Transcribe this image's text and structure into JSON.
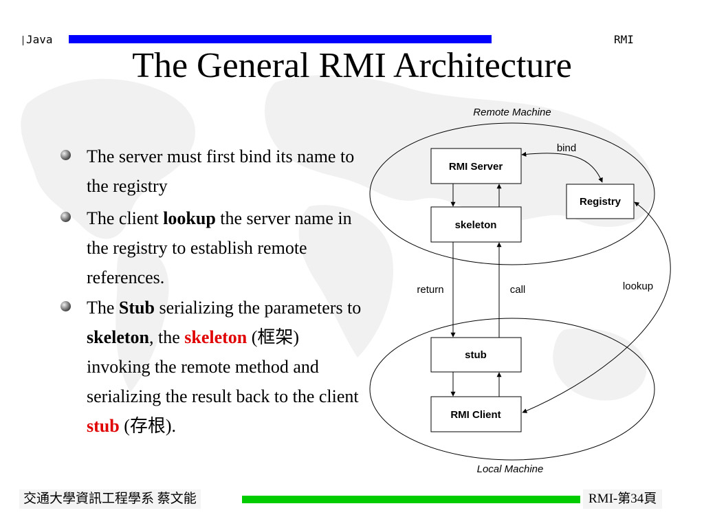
{
  "header": {
    "left_label": "Java",
    "right_label": "RMI",
    "bar_color": "#0000ff"
  },
  "title": "The General RMI Architecture",
  "bullets": {
    "b1": "The server must first bind its name to the registry",
    "b2_pre": "The client ",
    "b2_bold": "lookup",
    "b2_post": " the server name in the registry to establish remote references.",
    "b3_pre": "The ",
    "b3_bold1": "Stub",
    "b3_mid1": " serializing the parameters to ",
    "b3_bold2": "skeleton",
    "b3_mid2": ", the ",
    "b3_red1": "skeleton",
    "b3_mid3": " (框架) invoking the remote method and serializing the result back to the client ",
    "b3_red2": "stub",
    "b3_post": " (存根)."
  },
  "diagram": {
    "remote_machine_label": "Remote Machine",
    "local_machine_label": "Local Machine",
    "rmi_server": "RMI Server",
    "skeleton": "skeleton",
    "registry": "Registry",
    "stub": "stub",
    "rmi_client": "RMI Client",
    "bind": "bind",
    "lookup": "lookup",
    "return": "return",
    "call": "call"
  },
  "footer": {
    "left_text": "交通大學資訊工程學系 蔡文能",
    "right_text": "RMI-第34頁",
    "bar_color": "#00cc00"
  }
}
